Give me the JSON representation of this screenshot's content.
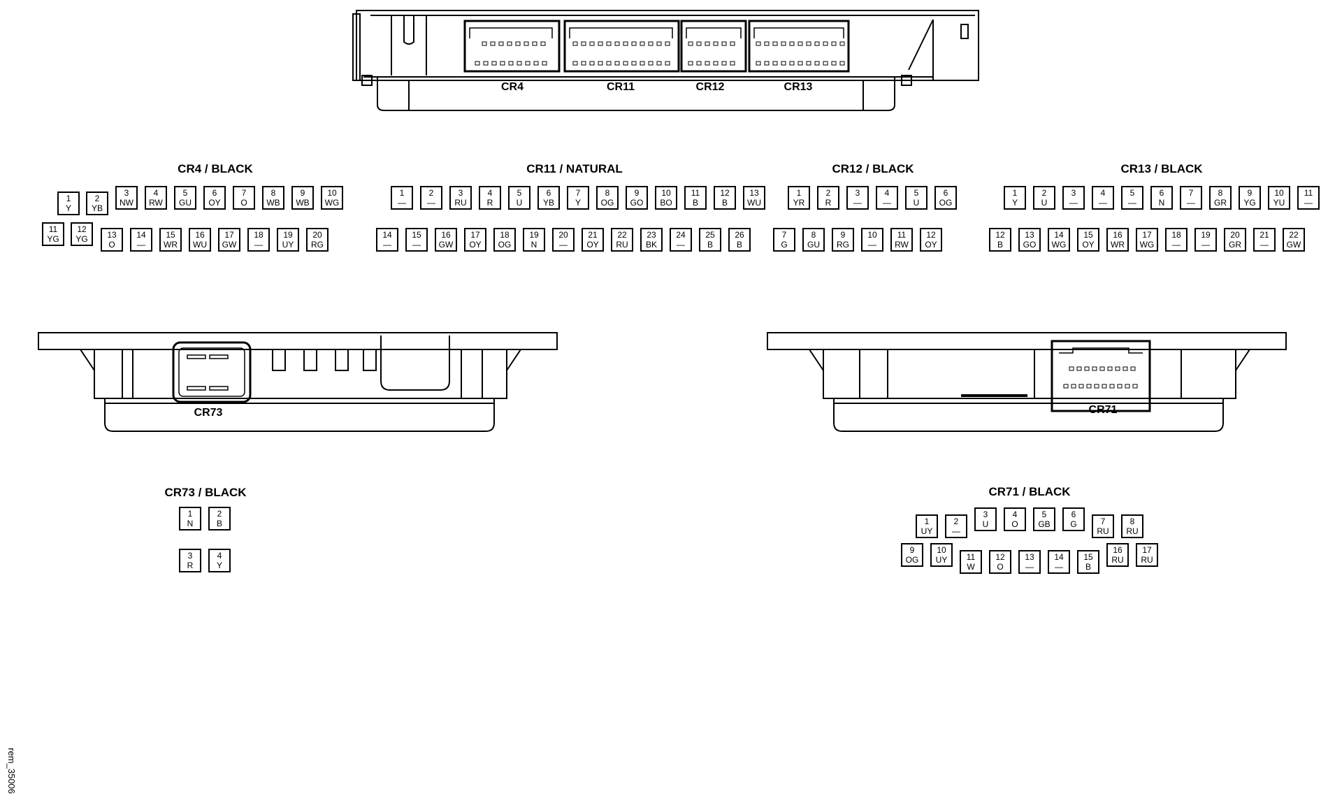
{
  "reference": "rem_35006",
  "top_view_labels": [
    "CR4",
    "CR11",
    "CR12",
    "CR13"
  ],
  "left_view_label": "CR73",
  "right_view_label": "CR71",
  "connectors": [
    {
      "id": "CR4",
      "title": "CR4 / BLACK",
      "pins": [
        {
          "n": "1",
          "c": "Y"
        },
        {
          "n": "2",
          "c": "YB"
        },
        {
          "n": "3",
          "c": "NW"
        },
        {
          "n": "4",
          "c": "RW"
        },
        {
          "n": "5",
          "c": "GU"
        },
        {
          "n": "6",
          "c": "OY"
        },
        {
          "n": "7",
          "c": "O"
        },
        {
          "n": "8",
          "c": "WB"
        },
        {
          "n": "9",
          "c": "WB"
        },
        {
          "n": "10",
          "c": "WG"
        },
        {
          "n": "11",
          "c": "YG"
        },
        {
          "n": "12",
          "c": "YG"
        },
        {
          "n": "13",
          "c": "O"
        },
        {
          "n": "14",
          "c": "—"
        },
        {
          "n": "15",
          "c": "WR"
        },
        {
          "n": "16",
          "c": "WU"
        },
        {
          "n": "17",
          "c": "GW"
        },
        {
          "n": "18",
          "c": "—"
        },
        {
          "n": "19",
          "c": "UY"
        },
        {
          "n": "20",
          "c": "RG"
        }
      ]
    },
    {
      "id": "CR11",
      "title": "CR11 / NATURAL",
      "pins": [
        {
          "n": "1",
          "c": "—"
        },
        {
          "n": "2",
          "c": "—"
        },
        {
          "n": "3",
          "c": "RU"
        },
        {
          "n": "4",
          "c": "R"
        },
        {
          "n": "5",
          "c": "U"
        },
        {
          "n": "6",
          "c": "YB"
        },
        {
          "n": "7",
          "c": "Y"
        },
        {
          "n": "8",
          "c": "OG"
        },
        {
          "n": "9",
          "c": "GO"
        },
        {
          "n": "10",
          "c": "BO"
        },
        {
          "n": "11",
          "c": "B"
        },
        {
          "n": "12",
          "c": "B"
        },
        {
          "n": "13",
          "c": "WU"
        },
        {
          "n": "14",
          "c": "—"
        },
        {
          "n": "15",
          "c": "—"
        },
        {
          "n": "16",
          "c": "GW"
        },
        {
          "n": "17",
          "c": "OY"
        },
        {
          "n": "18",
          "c": "OG"
        },
        {
          "n": "19",
          "c": "N"
        },
        {
          "n": "20",
          "c": "—"
        },
        {
          "n": "21",
          "c": "OY"
        },
        {
          "n": "22",
          "c": "RU"
        },
        {
          "n": "23",
          "c": "BK"
        },
        {
          "n": "24",
          "c": "—"
        },
        {
          "n": "25",
          "c": "B"
        },
        {
          "n": "26",
          "c": "B"
        }
      ]
    },
    {
      "id": "CR12",
      "title": "CR12 / BLACK",
      "pins": [
        {
          "n": "1",
          "c": "YR"
        },
        {
          "n": "2",
          "c": "R"
        },
        {
          "n": "3",
          "c": "—"
        },
        {
          "n": "4",
          "c": "—"
        },
        {
          "n": "5",
          "c": "U"
        },
        {
          "n": "6",
          "c": "OG"
        },
        {
          "n": "7",
          "c": "G"
        },
        {
          "n": "8",
          "c": "GU"
        },
        {
          "n": "9",
          "c": "RG"
        },
        {
          "n": "10",
          "c": "—"
        },
        {
          "n": "11",
          "c": "RW"
        },
        {
          "n": "12",
          "c": "OY"
        }
      ]
    },
    {
      "id": "CR13",
      "title": "CR13 / BLACK",
      "pins": [
        {
          "n": "1",
          "c": "Y"
        },
        {
          "n": "2",
          "c": "U"
        },
        {
          "n": "3",
          "c": "—"
        },
        {
          "n": "4",
          "c": "—"
        },
        {
          "n": "5",
          "c": "—"
        },
        {
          "n": "6",
          "c": "N"
        },
        {
          "n": "7",
          "c": "—"
        },
        {
          "n": "8",
          "c": "GR"
        },
        {
          "n": "9",
          "c": "YG"
        },
        {
          "n": "10",
          "c": "YU"
        },
        {
          "n": "11",
          "c": "—"
        },
        {
          "n": "12",
          "c": "B"
        },
        {
          "n": "13",
          "c": "GO"
        },
        {
          "n": "14",
          "c": "WG"
        },
        {
          "n": "15",
          "c": "OY"
        },
        {
          "n": "16",
          "c": "WR"
        },
        {
          "n": "17",
          "c": "WG"
        },
        {
          "n": "18",
          "c": "—"
        },
        {
          "n": "19",
          "c": "—"
        },
        {
          "n": "20",
          "c": "GR"
        },
        {
          "n": "21",
          "c": "—"
        },
        {
          "n": "22",
          "c": "GW"
        }
      ]
    },
    {
      "id": "CR73",
      "title": "CR73 / BLACK",
      "pins": [
        {
          "n": "1",
          "c": "N"
        },
        {
          "n": "2",
          "c": "B"
        },
        {
          "n": "3",
          "c": "R"
        },
        {
          "n": "4",
          "c": "Y"
        }
      ]
    },
    {
      "id": "CR71",
      "title": "CR71 / BLACK",
      "pins": [
        {
          "n": "1",
          "c": "UY"
        },
        {
          "n": "2",
          "c": "—"
        },
        {
          "n": "3",
          "c": "U"
        },
        {
          "n": "4",
          "c": "O"
        },
        {
          "n": "5",
          "c": "GB"
        },
        {
          "n": "6",
          "c": "G"
        },
        {
          "n": "7",
          "c": "RU"
        },
        {
          "n": "8",
          "c": "RU"
        },
        {
          "n": "9",
          "c": "OG"
        },
        {
          "n": "10",
          "c": "UY"
        },
        {
          "n": "11",
          "c": "W"
        },
        {
          "n": "12",
          "c": "O"
        },
        {
          "n": "13",
          "c": "—"
        },
        {
          "n": "14",
          "c": "—"
        },
        {
          "n": "15",
          "c": "B"
        },
        {
          "n": "16",
          "c": "RU"
        },
        {
          "n": "17",
          "c": "RU"
        }
      ]
    }
  ]
}
